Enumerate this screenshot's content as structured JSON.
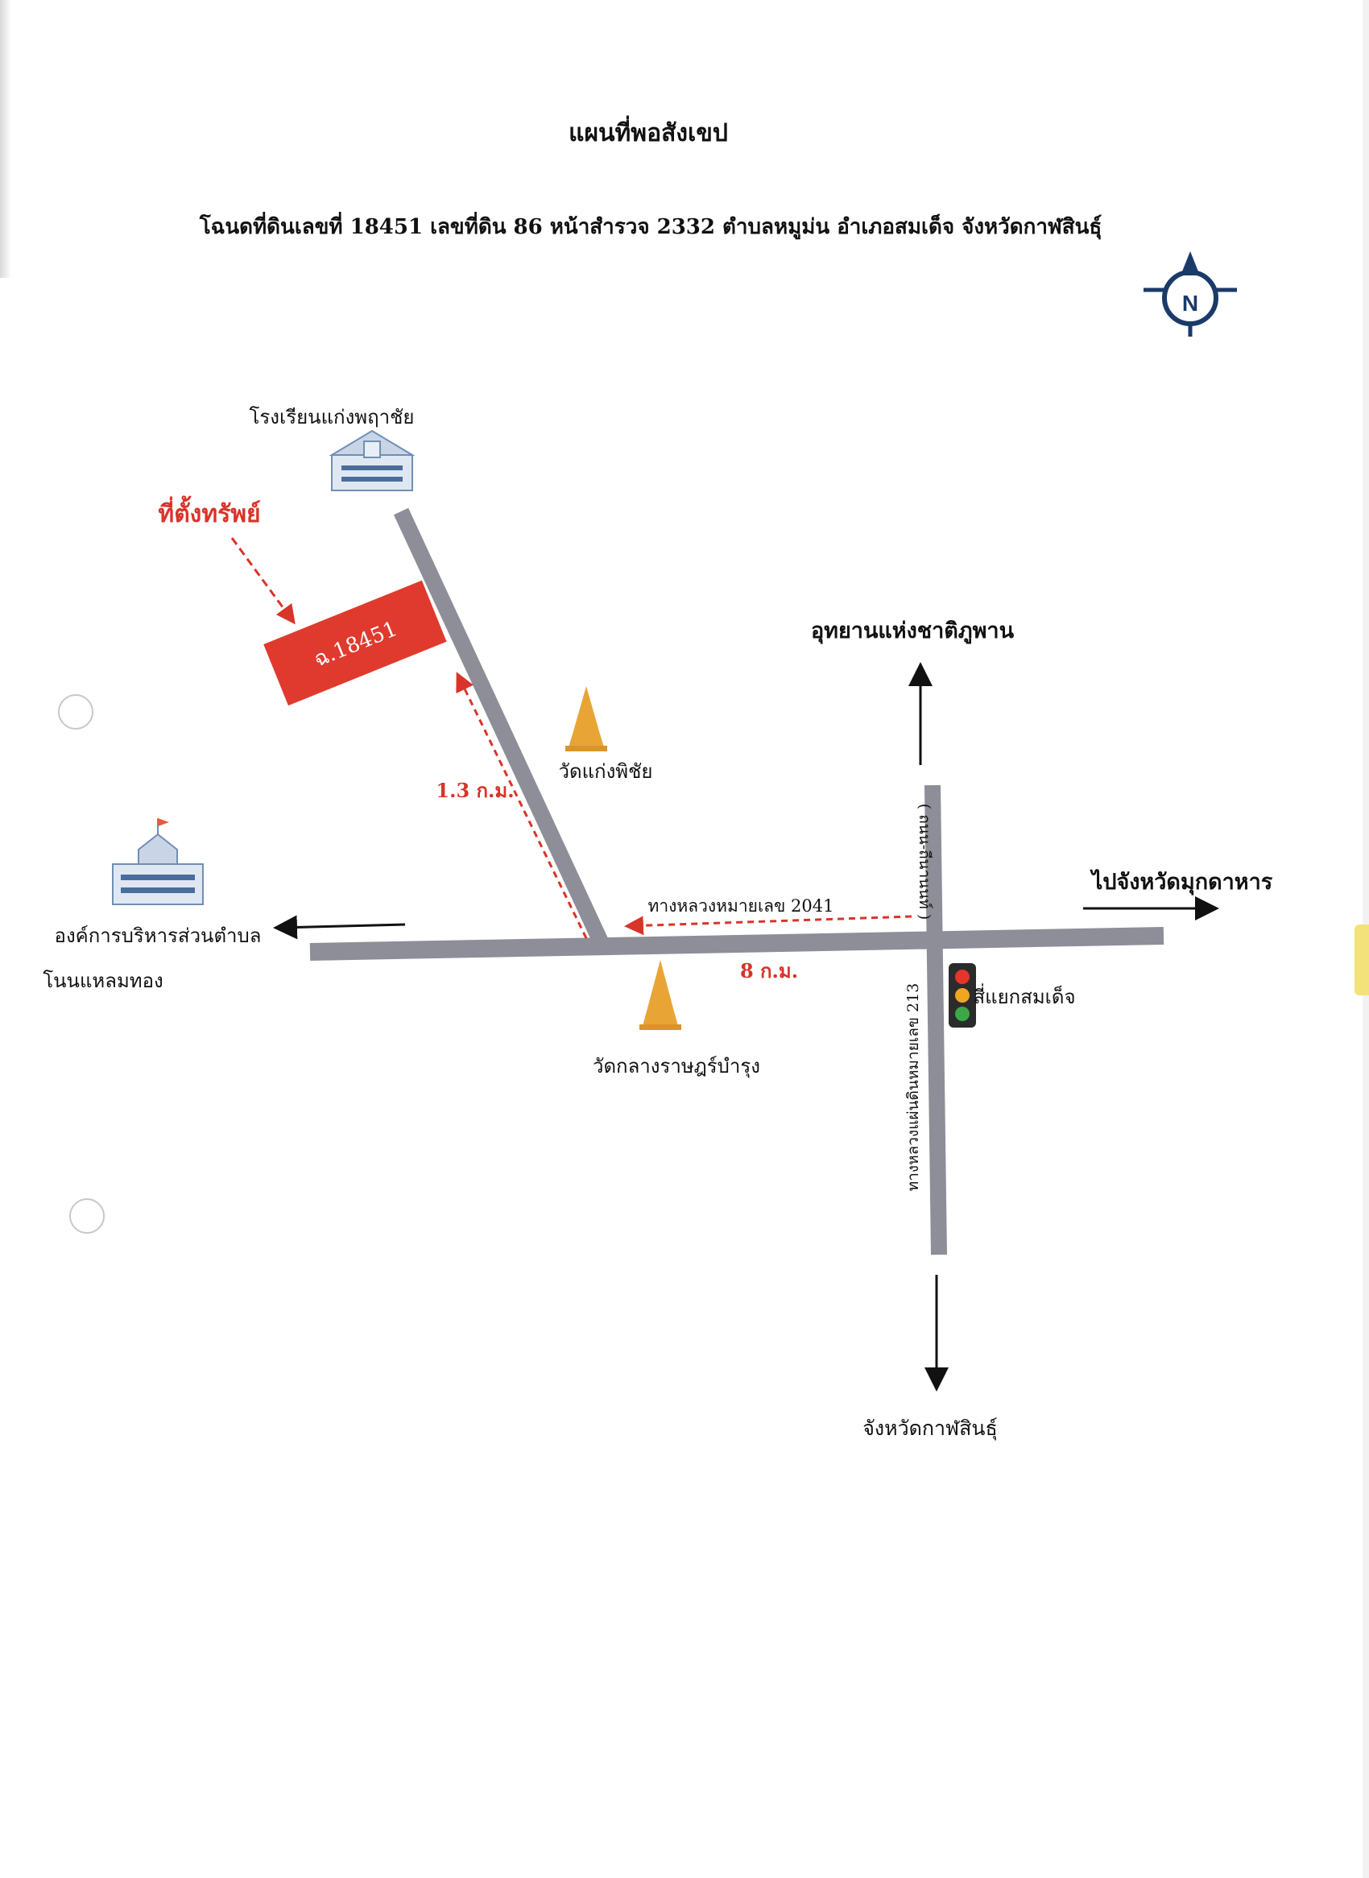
{
  "title": "แผนที่พอสังเขป",
  "subtitle": "โฉนดที่ดินเลขที่  18451 เลขที่ดิน 86  หน้าสำรวจ 2332 ตำบลหมูม่น  อำเภอสมเด็จ จังหวัดกาฬสินธุ์",
  "compass": {
    "letter": "N",
    "icon": "compass-icon"
  },
  "property": {
    "pointer_label": "ที่ตั้งทรัพย์",
    "parcel_label": "ฉ.18451",
    "color": "#e03a2e"
  },
  "distances": {
    "branch_road": "1.3 ก.ม.",
    "main_road": "8 ก.ม."
  },
  "roads": {
    "highway_2041": "ทางหลวงหมายเลข 2041",
    "vertical_road_top": "( ถนน-ถีนานนท์ )",
    "vertical_road_bottom": "ทางหลวงแผ่นดินหมายเลข 213"
  },
  "places": {
    "school": "โรงเรียนแก่งพฤาชัย",
    "temple_pichai": "วัดแก่งพิชัย",
    "temple_klang": "วัดกลางราษฎร์บำรุง",
    "sao_line1": "องค์การบริหารส่วนตำบล",
    "sao_line2": "โนนแหลมทอง",
    "junction": "สี่แยกสมเด็จ",
    "to_park": "อุทยานแห่งชาติภูพาน",
    "to_mukdahan": "ไปจังหวัดมุกดาหาร",
    "to_kalasin": "จังหวัดกาฬสินธุ์"
  },
  "colors": {
    "road": "#8e8e98",
    "red": "#d8342a",
    "gold": "#e8a536",
    "text": "#111111"
  }
}
